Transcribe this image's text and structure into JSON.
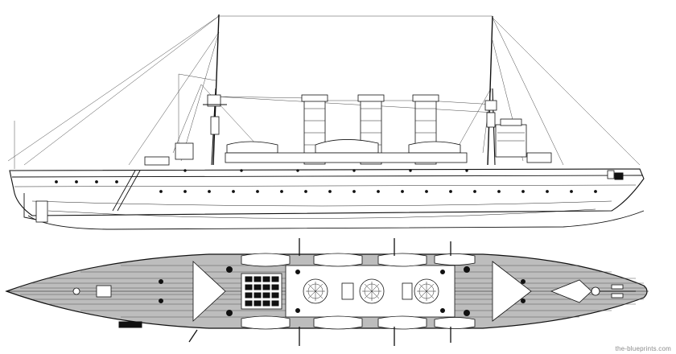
{
  "watermark": "the-blueprints.com",
  "colors": {
    "line": "#111111",
    "deck_fill": "#bdbdbd",
    "background": "#ffffff"
  },
  "views": [
    {
      "name": "side-elevation"
    },
    {
      "name": "plan-view"
    }
  ]
}
